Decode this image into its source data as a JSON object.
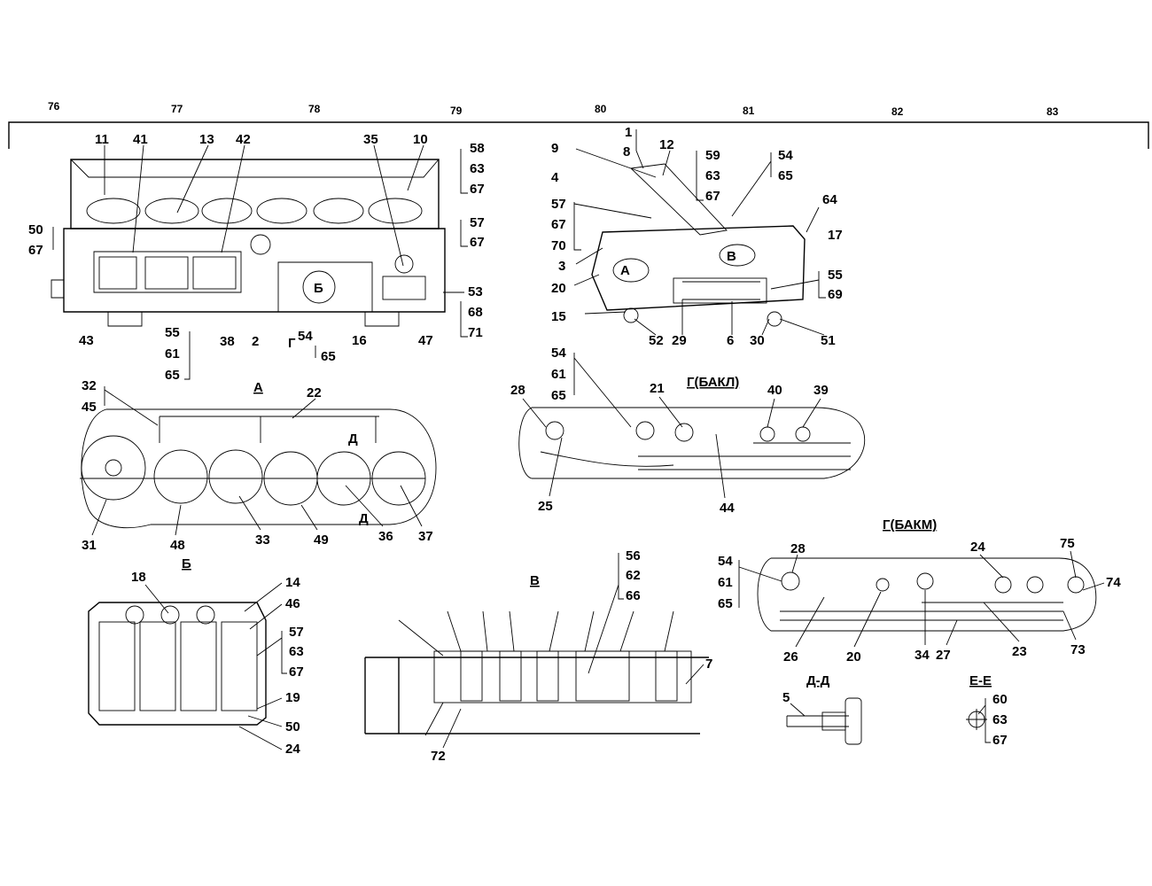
{
  "zone_numbers": [
    "76",
    "77",
    "78",
    "79",
    "80",
    "81",
    "82",
    "83"
  ],
  "view_titles": {
    "a": "А",
    "b": "Б",
    "v": "В",
    "g_bakl": "Г(БАКЛ)",
    "g_bakm": "Г(БАКМ)",
    "dd": "Д-Д",
    "ee": "Е-Е"
  },
  "view_markers": {
    "a": "А",
    "b": "Б",
    "v": "В",
    "g": "Г",
    "d_top": "Д",
    "d_bottom": "Д"
  },
  "callouts": {
    "main_panel": [
      "11",
      "41",
      "13",
      "42",
      "35",
      "10",
      "58",
      "63",
      "67",
      "50",
      "67",
      "57",
      "67",
      "43",
      "55",
      "61",
      "65",
      "38",
      "2",
      "54",
      "65",
      "16",
      "47",
      "53",
      "68",
      "71"
    ],
    "side_view": [
      "1",
      "8",
      "9",
      "12",
      "59",
      "63",
      "67",
      "4",
      "54",
      "65",
      "57",
      "67",
      "70",
      "64",
      "17",
      "3",
      "20",
      "55",
      "69",
      "15",
      "52",
      "29",
      "6",
      "30",
      "51"
    ],
    "view_a": [
      "32",
      "45",
      "22",
      "31",
      "48",
      "33",
      "49",
      "36",
      "37"
    ],
    "view_g_bakl": [
      "54",
      "61",
      "65",
      "28",
      "21",
      "40",
      "39",
      "25",
      "44"
    ],
    "view_b": [
      "18",
      "14",
      "46",
      "57",
      "63",
      "67",
      "19",
      "50",
      "24"
    ],
    "view_v": [
      "56",
      "62",
      "66",
      "7",
      "72"
    ],
    "view_g_bakm": [
      "54",
      "61",
      "65",
      "28",
      "24",
      "75",
      "74",
      "26",
      "20",
      "34",
      "27",
      "23",
      "73"
    ],
    "view_dd": [
      "5"
    ],
    "view_ee": [
      "60",
      "63",
      "67"
    ]
  }
}
